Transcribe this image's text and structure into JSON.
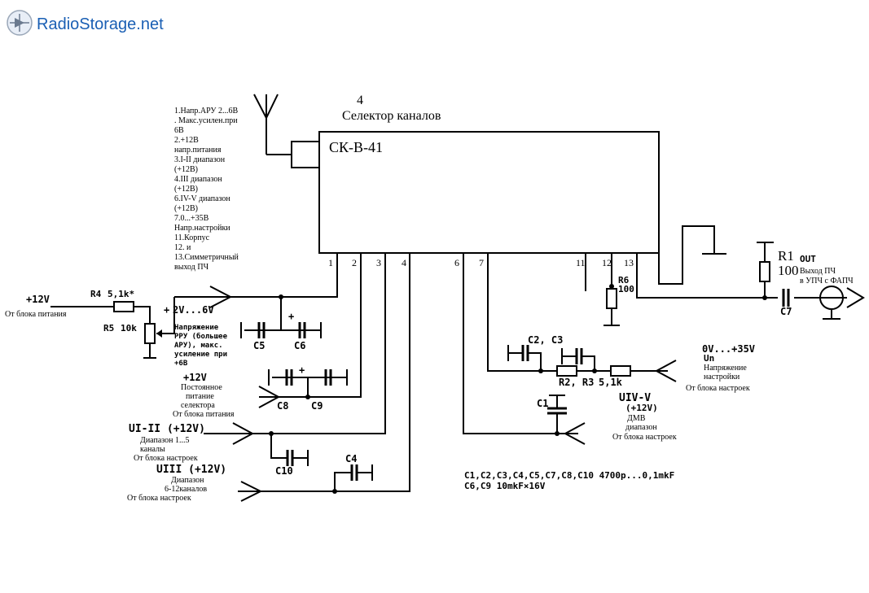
{
  "logo": {
    "text": "RadioStorage.net",
    "color": "#1a5fb4"
  },
  "selector": {
    "number": "4",
    "title": "Селектор каналов",
    "model": "СК-В-41",
    "pins": [
      "1",
      "2",
      "3",
      "4",
      "6",
      "7",
      "11",
      "12",
      "13"
    ]
  },
  "pin_notes": [
    "1.Напр.АРУ 2...6В",
    ". Макс.усилен.при",
    "6В",
    "2.+12В",
    "напр.питания",
    "3.I-II диапазон",
    "(+12В)",
    "4.III диапазон",
    "(+12В)",
    "6.IV-V диапазон",
    "(+12В)",
    "7.0...+35В",
    "Напр.настройки",
    "11.Корпус",
    "12. и",
    "13.Симметричный",
    "выход ПЧ"
  ],
  "components": {
    "r4": "R4",
    "r4_value": "5,1k*",
    "r5": "R5",
    "r5_value": "10k",
    "r6": "R6",
    "r6_value": "100",
    "r1": "R1",
    "r1_value": "100",
    "r2_r3": "R2, R3",
    "r2_r3_value": "5,1k",
    "c1": "C1",
    "c2_c3": "C2, C3",
    "c4": "C4",
    "c5": "C5",
    "c6": "C6",
    "c7": "C7",
    "c8": "C8",
    "c9": "C9",
    "c10": "C10",
    "plus": "+"
  },
  "inputs": {
    "power_v": "+12V",
    "power_src": "От блока питания",
    "agc_v": "2V...6V",
    "agc_plus": "+",
    "agc_desc": [
      "Напряжение",
      "РРУ (большее",
      "АРУ), макс.",
      "усиление   при",
      "+6В"
    ],
    "supply_v": "+12V",
    "supply_desc": [
      "Постоянное",
      "питание",
      "селектора",
      "От блока питания"
    ],
    "u12_label": "UI-II (+12V)",
    "u12_desc": [
      "Диапазон 1...5",
      "каналы",
      "От блока настроек"
    ],
    "u3_label": "UIII (+12V)",
    "u3_desc": [
      "Диапазон",
      "6-12каналов",
      "От блока настроек"
    ],
    "tune_v": "0V...+35V",
    "tune_un": "Un",
    "tune_desc": [
      "Напряжение",
      "настройки",
      "От блока настроек"
    ],
    "u45_label": "UIV-V",
    "u45_v": "(+12V)",
    "u45_desc": [
      "ДМВ",
      "диапазон",
      "От блока настроек"
    ],
    "out_label": "OUT",
    "out_desc": [
      "Выход ПЧ",
      "в УПЧ с ФАПЧ"
    ]
  },
  "notes": [
    "C1,C2,C3,C4,C5,C7,C8,C10  4700p...0,1mkF",
    "C6,C9  10mkF×16V"
  ]
}
